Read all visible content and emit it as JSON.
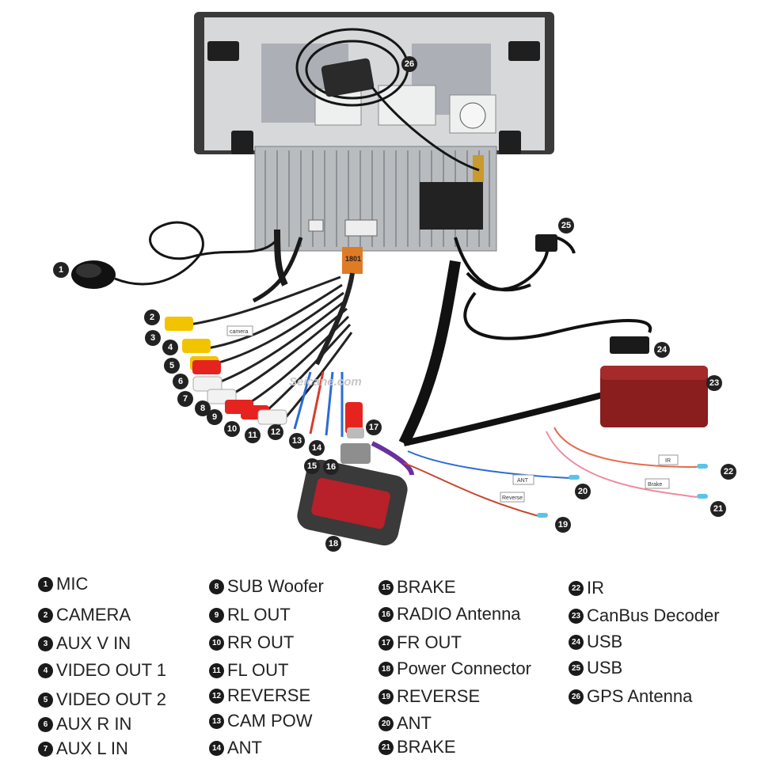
{
  "watermark": "Seicane.com",
  "plug_label": "1801",
  "cable_tags": {
    "camera": "camera",
    "ant": "ANT",
    "reverse": "Reverse",
    "ir": "IR",
    "brake": "Brake"
  },
  "callouts": [
    {
      "n": "1",
      "label": "MIC"
    },
    {
      "n": "2",
      "label": "CAMERA"
    },
    {
      "n": "3",
      "label": "AUX  V IN"
    },
    {
      "n": "4",
      "label": "VIDEO OUT 1"
    },
    {
      "n": "5",
      "label": "VIDEO OUT 2"
    },
    {
      "n": "6",
      "label": "AUX R IN"
    },
    {
      "n": "7",
      "label": "AUX L IN"
    },
    {
      "n": "8",
      "label": "SUB Woofer"
    },
    {
      "n": "9",
      "label": "RL OUT"
    },
    {
      "n": "10",
      "label": "RR OUT"
    },
    {
      "n": "11",
      "label": "FL OUT"
    },
    {
      "n": "12",
      "label": "REVERSE"
    },
    {
      "n": "13",
      "label": "CAM POW"
    },
    {
      "n": "14",
      "label": "ANT"
    },
    {
      "n": "15",
      "label": "BRAKE"
    },
    {
      "n": "16",
      "label": "RADIO Antenna"
    },
    {
      "n": "17",
      "label": "FR OUT"
    },
    {
      "n": "18",
      "label": "Power Connector"
    },
    {
      "n": "19",
      "label": "REVERSE"
    },
    {
      "n": "20",
      "label": "ANT"
    },
    {
      "n": "21",
      "label": "BRAKE"
    },
    {
      "n": "22",
      "label": "IR"
    },
    {
      "n": "23",
      "label": "CanBus Decoder"
    },
    {
      "n": "24",
      "label": "USB"
    },
    {
      "n": "25",
      "label": "USB"
    },
    {
      "n": "26",
      "label": "GPS Antenna"
    }
  ]
}
